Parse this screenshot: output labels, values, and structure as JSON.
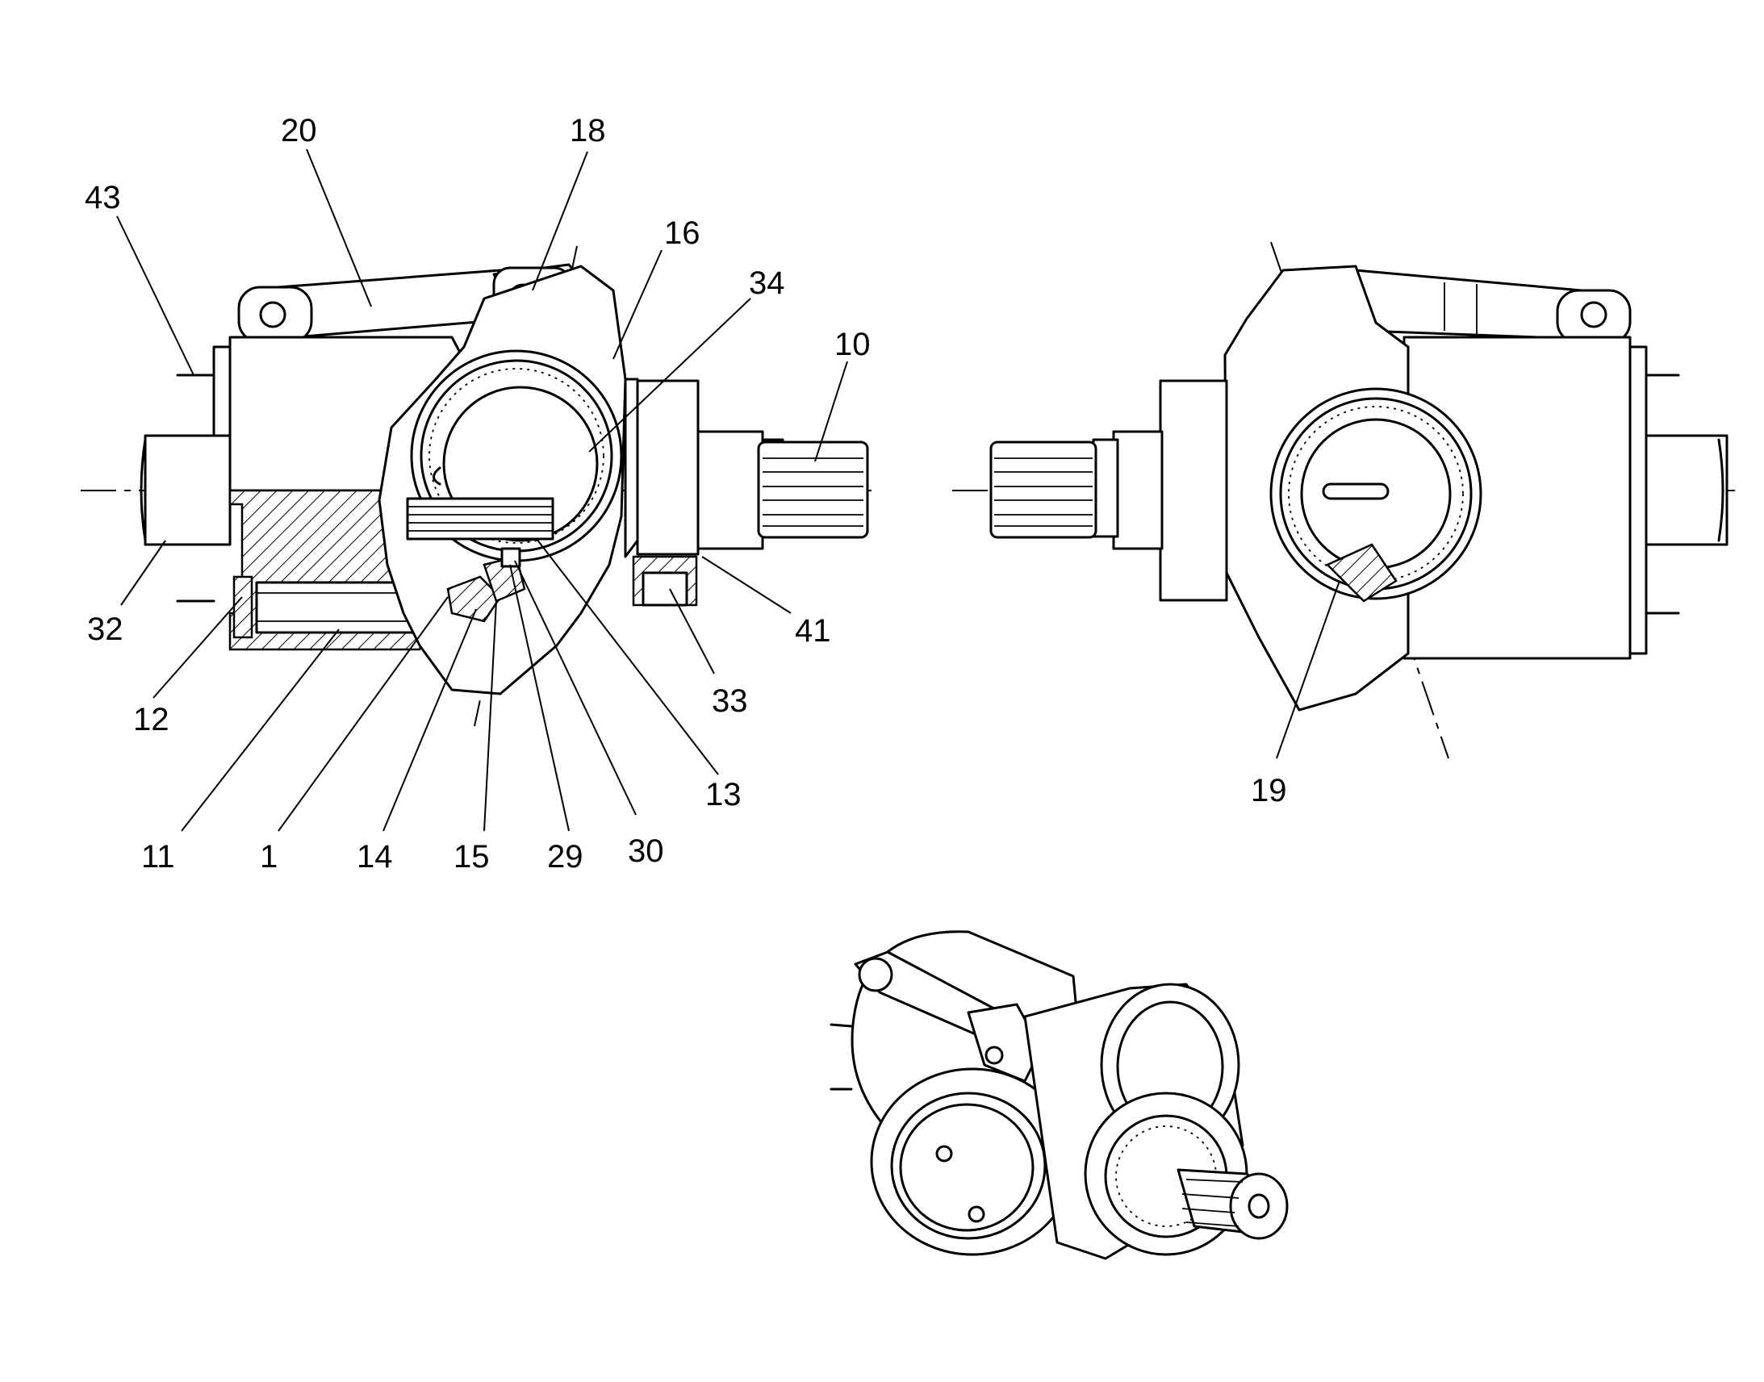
{
  "figure": {
    "labels": [
      {
        "id": "43",
        "text": "43"
      },
      {
        "id": "20",
        "text": "20"
      },
      {
        "id": "18",
        "text": "18"
      },
      {
        "id": "16",
        "text": "16"
      },
      {
        "id": "34",
        "text": "34"
      },
      {
        "id": "10",
        "text": "10"
      },
      {
        "id": "32",
        "text": "32"
      },
      {
        "id": "41",
        "text": "41"
      },
      {
        "id": "12",
        "text": "12"
      },
      {
        "id": "33",
        "text": "33"
      },
      {
        "id": "13",
        "text": "13"
      },
      {
        "id": "11",
        "text": "11"
      },
      {
        "id": "1",
        "text": "1"
      },
      {
        "id": "14",
        "text": "14"
      },
      {
        "id": "15",
        "text": "15"
      },
      {
        "id": "29",
        "text": "29"
      },
      {
        "id": "30",
        "text": "30"
      },
      {
        "id": "19",
        "text": "19"
      }
    ]
  },
  "colors": {
    "ink": "#000000",
    "paper": "#ffffff"
  }
}
